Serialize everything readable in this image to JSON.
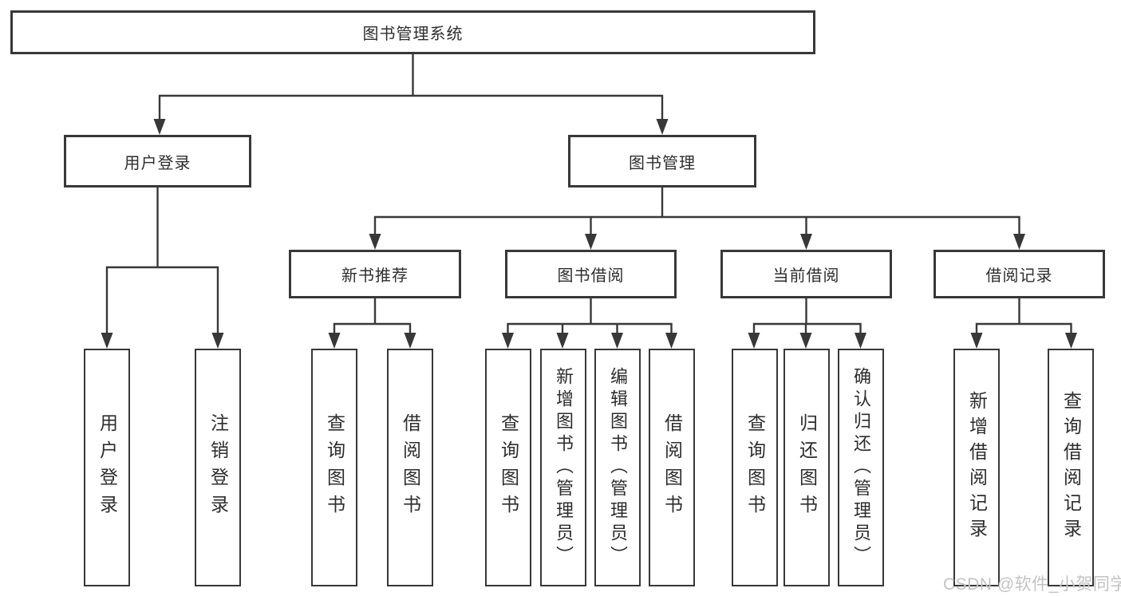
{
  "colors": {
    "line": "#383838",
    "box_border": "#383838",
    "text": "#2d2d2d",
    "watermark": "#c3c3c3",
    "background": "#ffffff"
  },
  "watermark": {
    "text": "CSDN @软件_小贺同学"
  },
  "tree": {
    "label": "图书管理系统",
    "children": [
      {
        "label": "用户登录",
        "children": [
          {
            "label": "用户登录"
          },
          {
            "label": "注销登录"
          }
        ]
      },
      {
        "label": "图书管理",
        "children": [
          {
            "label": "新书推荐",
            "children": [
              {
                "label": "查询图书"
              },
              {
                "label": "借阅图书"
              }
            ]
          },
          {
            "label": "图书借阅",
            "children": [
              {
                "label": "查询图书"
              },
              {
                "label": "新增图书（管理员）"
              },
              {
                "label": "编辑图书（管理员）"
              },
              {
                "label": "借阅图书"
              }
            ]
          },
          {
            "label": "当前借阅",
            "children": [
              {
                "label": "查询图书"
              },
              {
                "label": "归还图书"
              },
              {
                "label": "确认归还（管理员）"
              }
            ]
          },
          {
            "label": "借阅记录",
            "children": [
              {
                "label": "新增借阅记录"
              },
              {
                "label": "查询借阅记录"
              }
            ]
          }
        ]
      }
    ]
  }
}
